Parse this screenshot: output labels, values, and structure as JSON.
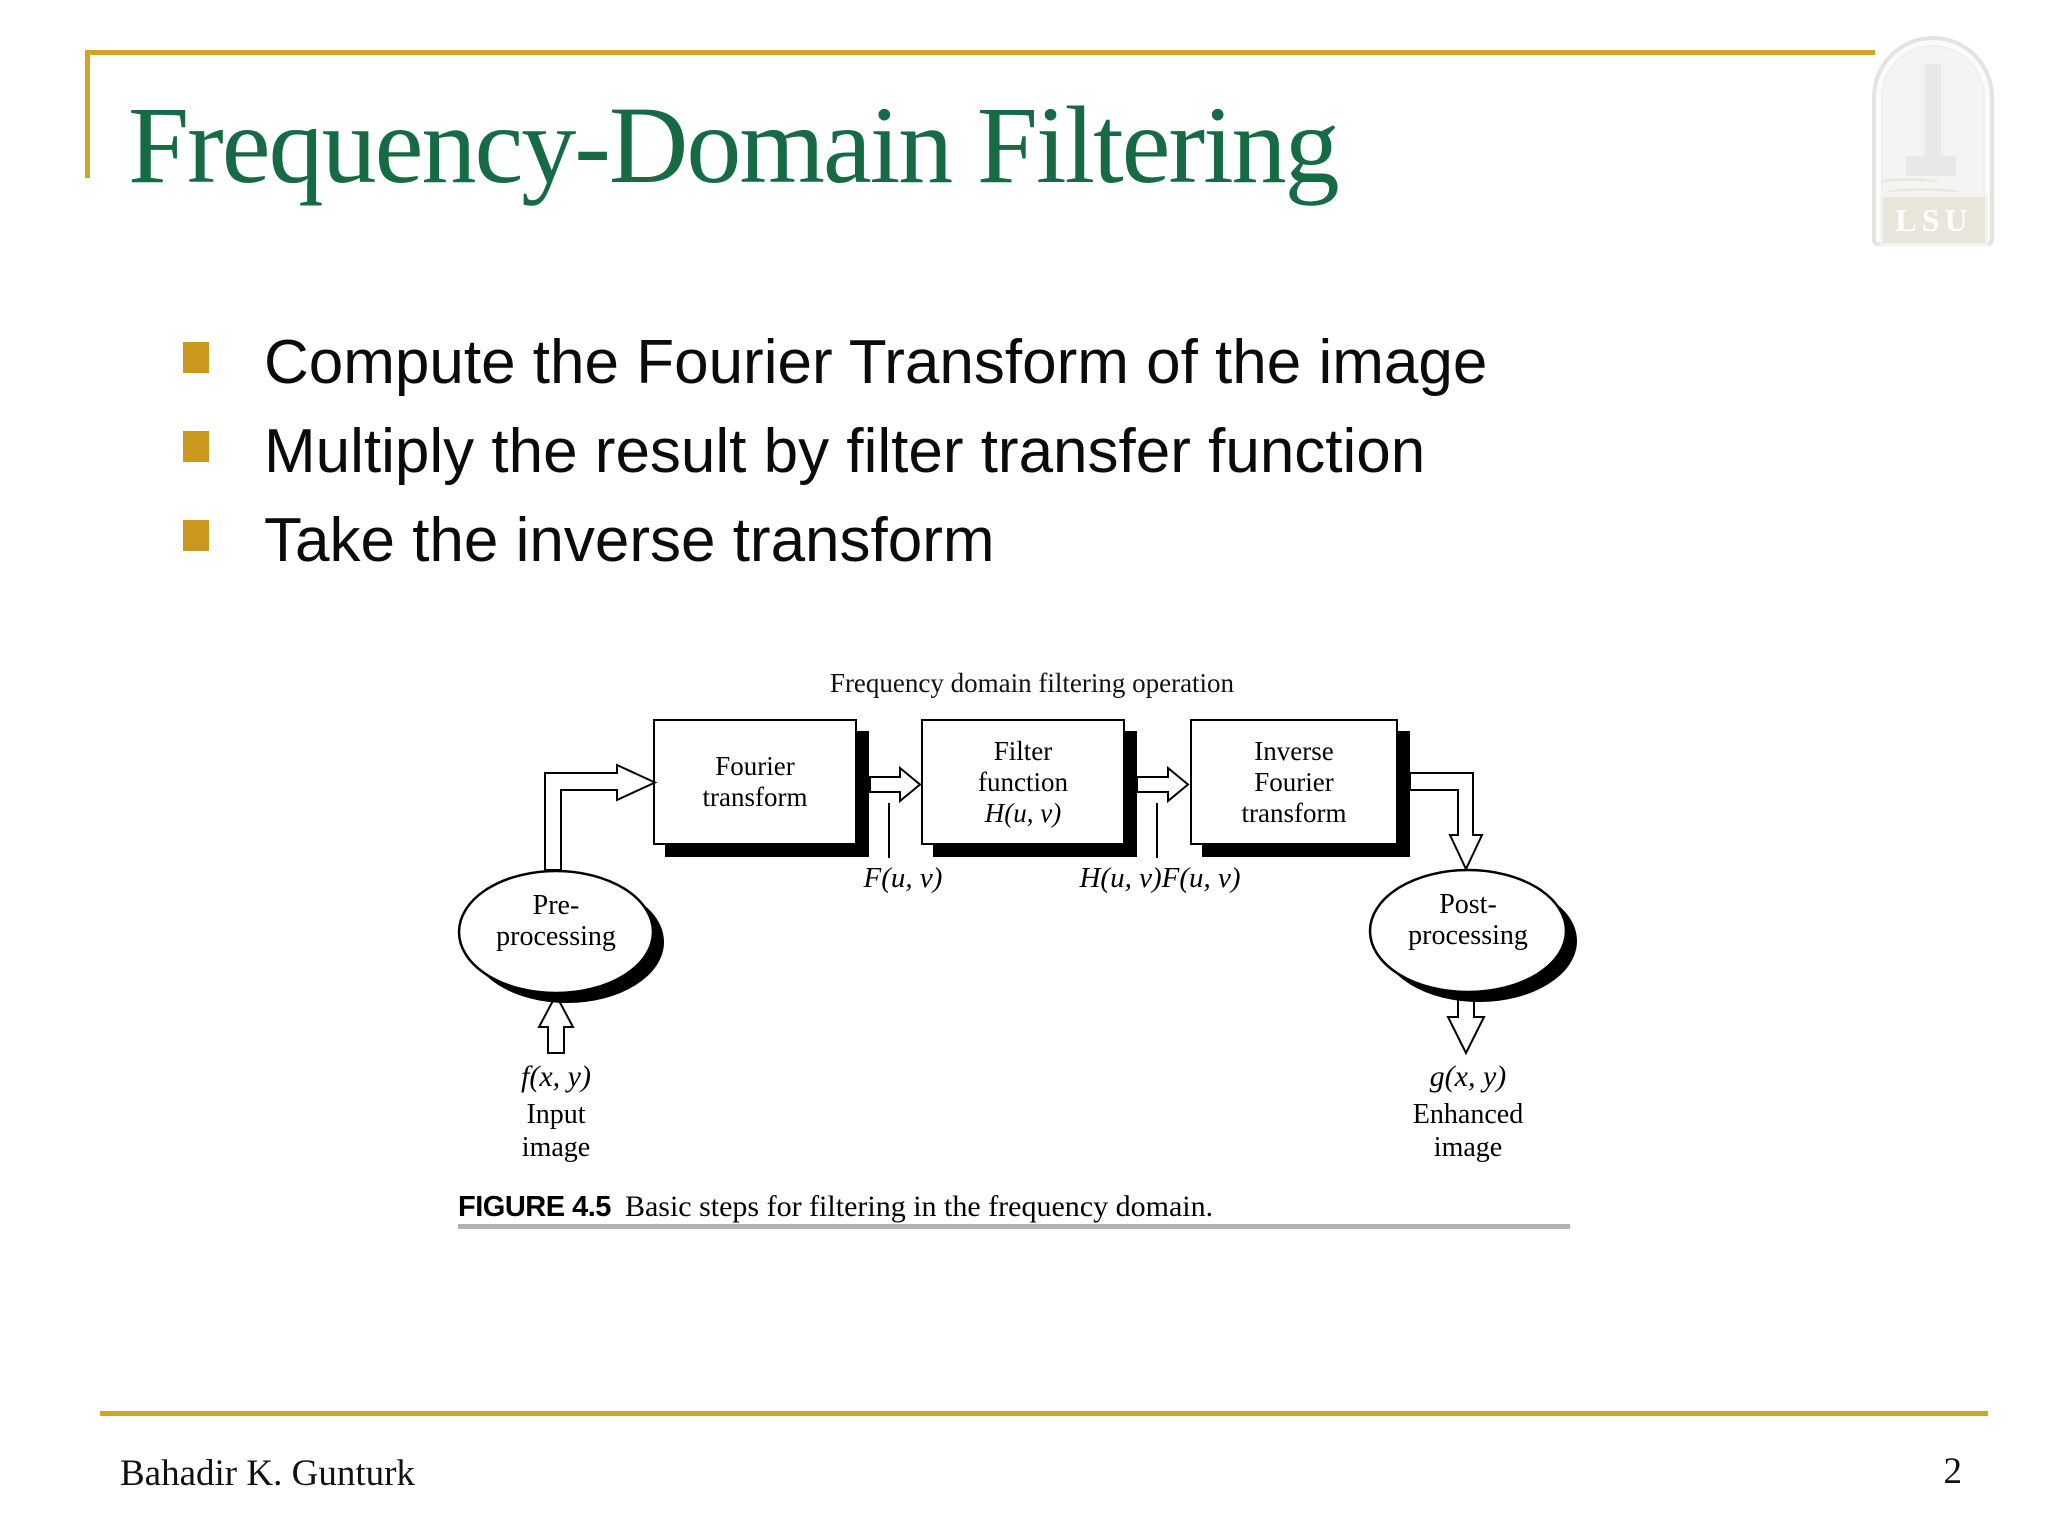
{
  "slide": {
    "title": "Frequency-Domain Filtering",
    "bullets": [
      "Compute the Fourier Transform of the image",
      "Multiply the result by filter transfer function",
      "Take the inverse transform"
    ],
    "footer": {
      "author": "Bahadir K. Gunturk",
      "page_number": "2"
    },
    "logo": {
      "text": "LSU"
    },
    "colors": {
      "accent_gold": "#D2A229",
      "title_green": "#166B44"
    }
  },
  "figure": {
    "operation_label": "Frequency domain filtering operation",
    "box_fourier": {
      "line1": "Fourier",
      "line2": "transform"
    },
    "box_filter": {
      "line1": "Filter",
      "line2": "function",
      "line3": "H(u, v)"
    },
    "box_inverse": {
      "line1": "Inverse",
      "line2": "Fourier",
      "line3": "transform"
    },
    "oval_pre": {
      "line1": "Pre-",
      "line2": "processing"
    },
    "oval_post": {
      "line1": "Post-",
      "line2": "processing"
    },
    "label_fuv": "F(u, v)",
    "label_huv_fuv": "H(u, v)F(u, v)",
    "input": {
      "math": "f(x, y)",
      "line1": "Input",
      "line2": "image"
    },
    "output": {
      "math": "g(x, y)",
      "line1": "Enhanced",
      "line2": "image"
    },
    "caption_bold": "FIGURE 4.5",
    "caption_text": "Basic steps for filtering in the frequency domain."
  }
}
